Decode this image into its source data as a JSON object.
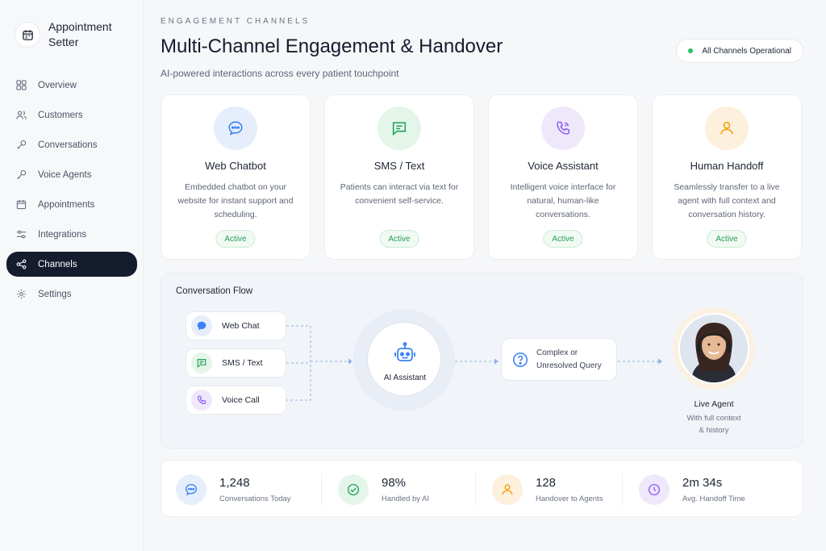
{
  "sidebar": {
    "brand": "Appointment Setter",
    "items": [
      {
        "label": "Overview",
        "icon": "grid-icon"
      },
      {
        "label": "Customers",
        "icon": "users-icon"
      },
      {
        "label": "Conversations",
        "icon": "chat-icon"
      },
      {
        "label": "Voice Agents",
        "icon": "key-icon"
      },
      {
        "label": "Appointments",
        "icon": "calendar-icon"
      },
      {
        "label": "Integrations",
        "icon": "sliders-icon"
      },
      {
        "label": "Channels",
        "icon": "share-icon",
        "active": true
      },
      {
        "label": "Settings",
        "icon": "gear-icon"
      }
    ]
  },
  "header": {
    "eyebrow": "ENGAGEMENT CHANNELS",
    "title": "Multi-Channel Engagement & Handover",
    "subtitle": "AI-powered interactions across every patient touchpoint",
    "status": "All Channels Operational"
  },
  "channels": [
    {
      "title": "Web Chatbot",
      "desc": "Embedded chatbot on your website for instant support and scheduling.",
      "status": "Active",
      "icon": "chat-bubble-icon",
      "color": "#3b82f6"
    },
    {
      "title": "SMS / Text",
      "desc": "Patients can interact via text for convenient self-service.",
      "status": "Active",
      "icon": "message-icon",
      "color": "#22a35a"
    },
    {
      "title": "Voice Assistant",
      "desc": "Intelligent voice interface for natural, human-like conversations.",
      "status": "Active",
      "icon": "phone-icon",
      "color": "#8b5cf6"
    },
    {
      "title": "Human Handoff",
      "desc": "Seamlessly transfer to a live agent with full context and conversation history.",
      "status": "Active",
      "icon": "person-icon",
      "color": "#f59e0b"
    }
  ],
  "flow": {
    "title": "Conversation Flow",
    "sources": [
      "Web Chat",
      "SMS / Text",
      "Voice Call"
    ],
    "ai_label": "AI Assistant",
    "query_line1": "Complex or",
    "query_line2": "Unresolved Query",
    "agent_name": "Live Agent",
    "agent_sub1": "With full context",
    "agent_sub2": "& history"
  },
  "stats": [
    {
      "value": "1,248",
      "label": "Conversations Today",
      "icon": "chat-bubble-icon",
      "color": "#3b82f6"
    },
    {
      "value": "98%",
      "label": "Handled by AI",
      "icon": "check-circle-icon",
      "color": "#22a35a"
    },
    {
      "value": "128",
      "label": "Handover to Agents",
      "icon": "person-icon",
      "color": "#f59e0b"
    },
    {
      "value": "2m 34s",
      "label": "Avg. Handoff Time",
      "icon": "clock-icon",
      "color": "#8b5cf6"
    }
  ]
}
